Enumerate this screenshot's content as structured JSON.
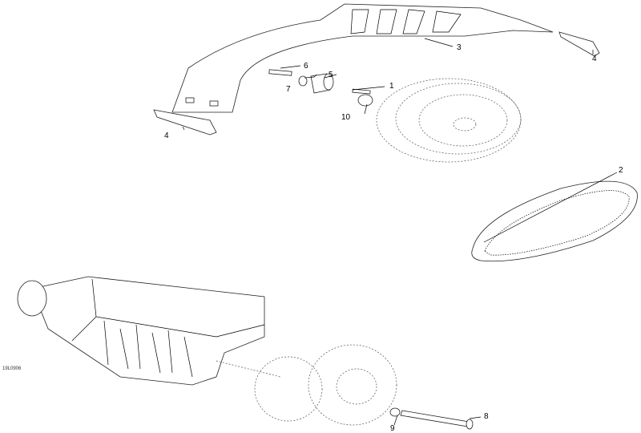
{
  "diagram": {
    "drawing_code": "19L0906",
    "callouts": [
      {
        "id": "c1",
        "label": "1"
      },
      {
        "id": "c2",
        "label": "2"
      },
      {
        "id": "c3",
        "label": "3"
      },
      {
        "id": "c4a",
        "label": "4"
      },
      {
        "id": "c4b",
        "label": "4"
      },
      {
        "id": "c5",
        "label": "5"
      },
      {
        "id": "c6",
        "label": "6"
      },
      {
        "id": "c7",
        "label": "7"
      },
      {
        "id": "c8",
        "label": "8"
      },
      {
        "id": "c9",
        "label": "9"
      },
      {
        "id": "c10",
        "label": "10"
      }
    ]
  }
}
